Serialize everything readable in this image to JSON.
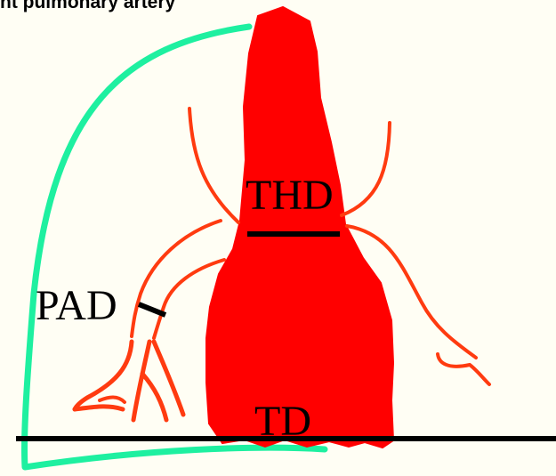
{
  "title": "nt pulmonary artery",
  "labels": {
    "thd": "THD",
    "pad": "PAD",
    "td": "TD"
  },
  "colors": {
    "background": "#fffef4",
    "heart": "#ff0000",
    "vessels": "#ff3b10",
    "lung_outline": "#1ef0a0",
    "measure_lines": "#000000"
  }
}
